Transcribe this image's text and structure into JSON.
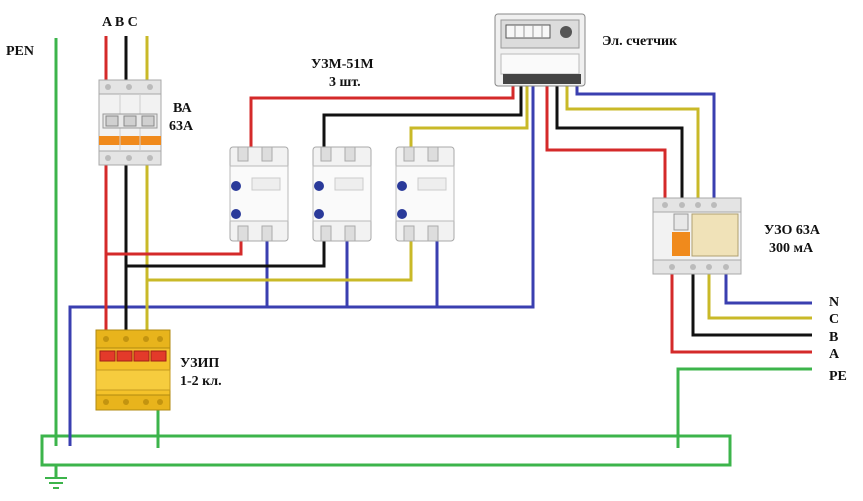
{
  "labels": {
    "pen": "PEN",
    "phases": "A B C",
    "breaker_name": "ВА",
    "breaker_rating": "63А",
    "relay_name": "УЗМ-51М",
    "relay_count": "3 шт.",
    "meter": "Эл. счетчик",
    "rcd_name": "УЗО 63А",
    "rcd_rating": "300 мА",
    "spd_name": "УЗИП",
    "spd_class": "1-2 кл.",
    "out_n": "N",
    "out_c": "C",
    "out_b": "B",
    "out_a": "A",
    "out_pe": "PE"
  },
  "colors": {
    "phase_a": "#d42a2a",
    "phase_b": "#111111",
    "phase_c": "#c9b928",
    "neutral": "#3a3fb0",
    "ground": "#3cb44b"
  }
}
